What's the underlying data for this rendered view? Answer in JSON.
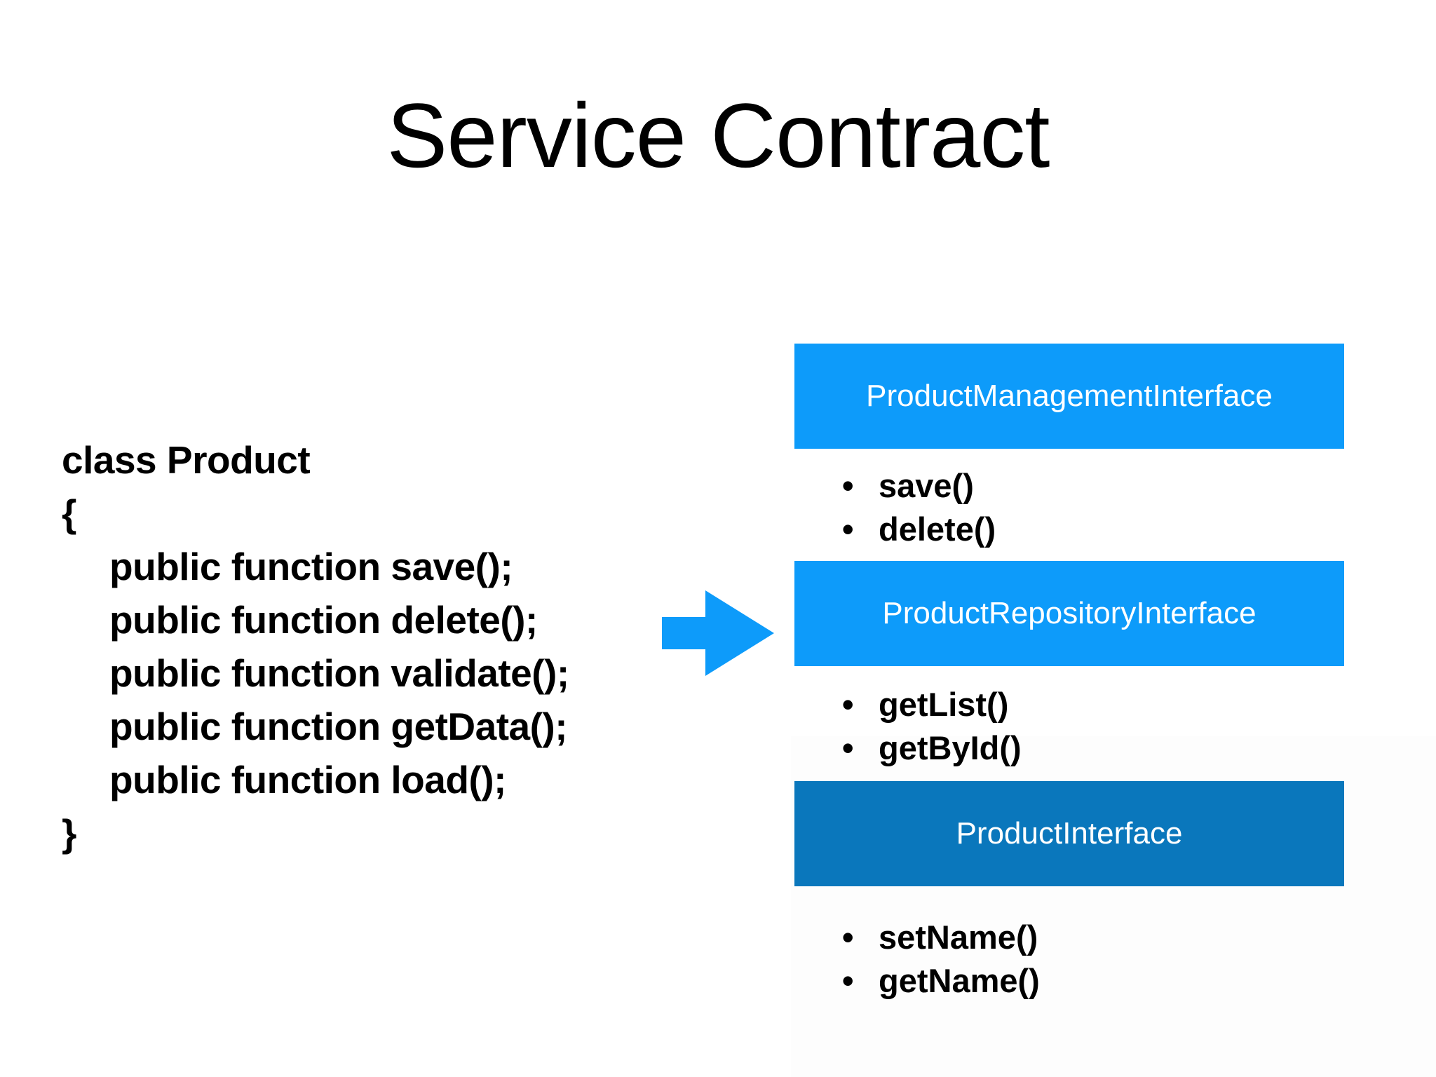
{
  "slide": {
    "title": "Service Contract",
    "background_color": "#ffffff"
  },
  "code_block": {
    "lines": [
      {
        "text": "class Product",
        "indent": false
      },
      {
        "text": "{",
        "indent": false
      },
      {
        "text": "public function save();",
        "indent": true
      },
      {
        "text": "public function delete();",
        "indent": true
      },
      {
        "text": "public function validate();",
        "indent": true
      },
      {
        "text": "public function getData();",
        "indent": true
      },
      {
        "text": "public function load();",
        "indent": true
      },
      {
        "text": "}",
        "indent": false
      }
    ]
  },
  "arrow": {
    "name": "right-arrow-icon",
    "color": "#0D9BFA"
  },
  "interfaces": [
    {
      "name": "ProductManagementInterface",
      "header_color": "#0D9BFA",
      "text_color": "#ffffff",
      "methods": [
        "save()",
        "delete()"
      ]
    },
    {
      "name": "ProductRepositoryInterface",
      "header_color": "#0D9BFA",
      "text_color": "#ffffff",
      "methods": [
        "getList()",
        "getById()"
      ]
    },
    {
      "name": "ProductInterface",
      "header_color": "#0A77BC",
      "text_color": "#ffffff",
      "methods": [
        "setName()",
        "getName()"
      ]
    }
  ],
  "bullet_glyph": "•"
}
